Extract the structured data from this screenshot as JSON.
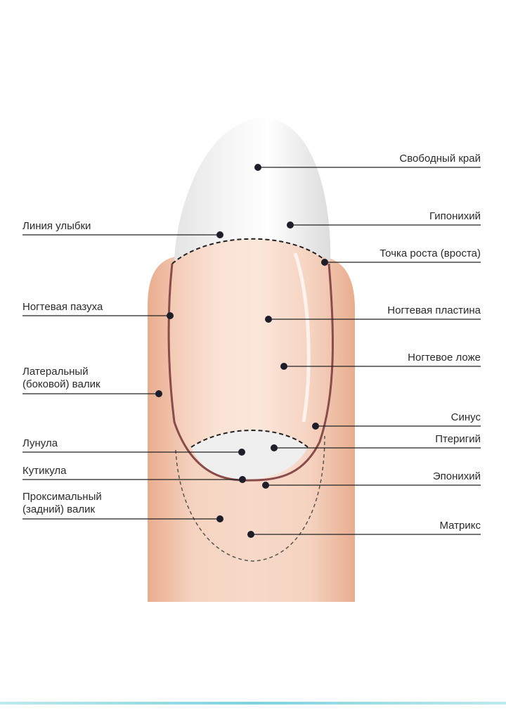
{
  "labels": {
    "free_edge": "Свободный край",
    "hyponychium": "Гипонихий",
    "growth_point": "Точка роста (вроста)",
    "nail_plate": "Ногтевая пластина",
    "nail_bed": "Ногтевое ложе",
    "sinus": "Синус",
    "pterygium": "Птеригий",
    "eponychium": "Эпонихий",
    "matrix": "Матрикс",
    "smile_line": "Линия улыбки",
    "nail_sinus": "Ногтевая пазуха",
    "lateral_fold_line1": "Латеральный",
    "lateral_fold_line2": "(боковой) валик",
    "lunula": "Лунула",
    "cuticle": "Кутикула",
    "proximal_fold_line1": "Проксимальный",
    "proximal_fold_line2": "(задний) валик"
  },
  "colors": {
    "skin": "#f3cdb6",
    "skin_shade": "#e7a98a",
    "nail_plate": "#f8dccb",
    "free_edge": "#eeeeee",
    "outline": "#8a4b4b",
    "leader": "#222222",
    "accent_bar": "#7fd3dc"
  }
}
